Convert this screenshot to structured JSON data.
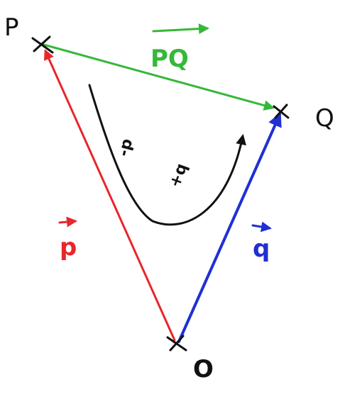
{
  "colors": {
    "vector_p": "#e8262b",
    "vector_q": "#1f2fd6",
    "vector_pq": "#35b83a",
    "path": "#111111"
  },
  "points": {
    "P": "P",
    "Q": "Q",
    "O": "O"
  },
  "vectors": {
    "p": "p",
    "q": "q",
    "pq": "PQ"
  },
  "path_labels": {
    "minus_p": "-p",
    "plus_q": "+q"
  }
}
